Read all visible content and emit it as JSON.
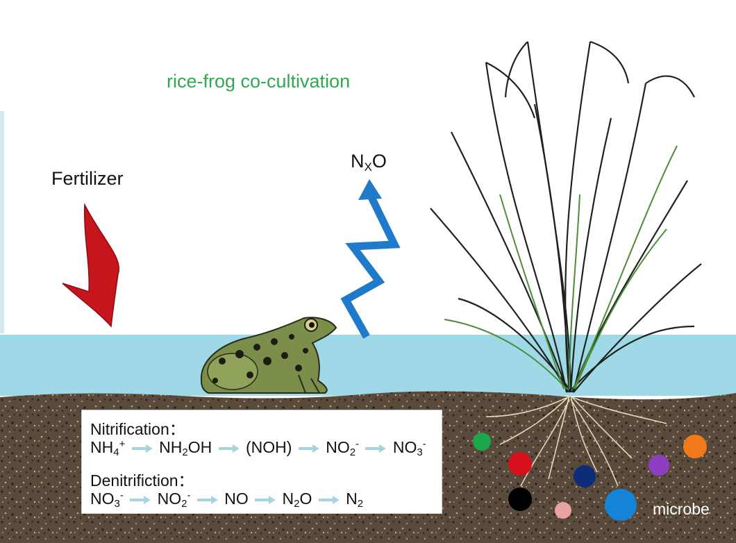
{
  "title": "rice-frog co-cultivation",
  "fertilizer_label": "Fertilizer",
  "gas": {
    "base": "N",
    "subscript": "X",
    "tail": "O"
  },
  "microbe_label": "microbe",
  "nitrification": {
    "heading": "Nitrification：",
    "nh4": "NH",
    "nh4_sub": "4",
    "nh4_sup": "+",
    "nh2oh_a": "NH",
    "nh2oh_sub": "2",
    "nh2oh_b": "OH",
    "noh": "(NOH)",
    "no2": "NO",
    "no2_sub": "2",
    "no2_sup": "-",
    "no3": "NO",
    "no3_sub": "3",
    "no3_sup": "-"
  },
  "denitrification": {
    "heading": "Denitrifiction：",
    "no3": "NO",
    "no3_sub": "3",
    "no3_sup": "-",
    "no2": "NO",
    "no2_sub": "2",
    "no2_sup": "-",
    "no": "NO",
    "n2o_a": "N",
    "n2o_sub": "2",
    "n2o_b": "O",
    "n2": "N",
    "n2_sub": "2"
  },
  "colors": {
    "title": "#2fa84f",
    "water": "#9fd9e8",
    "soil": "#5a4a3c",
    "fertilizer_arrow": "#c4161c",
    "gas_arrow": "#1f7ac9",
    "reaction_arrow": "#a7d3dc"
  },
  "icons": {
    "frog": "frog-icon",
    "rice": "rice-plant-icon",
    "fertilizer_arrow": "curved-arrow-down-icon",
    "gas_arrow": "zigzag-arrow-up-icon"
  },
  "microbes": [
    {
      "color": "#1aa84a"
    },
    {
      "color": "#d6111b"
    },
    {
      "color": "#0d2d7a"
    },
    {
      "color": "#8e3fc1"
    },
    {
      "color": "#f27a1c"
    },
    {
      "color": "#000000"
    },
    {
      "color": "#e8a3a0"
    },
    {
      "color": "#1583d8"
    }
  ]
}
